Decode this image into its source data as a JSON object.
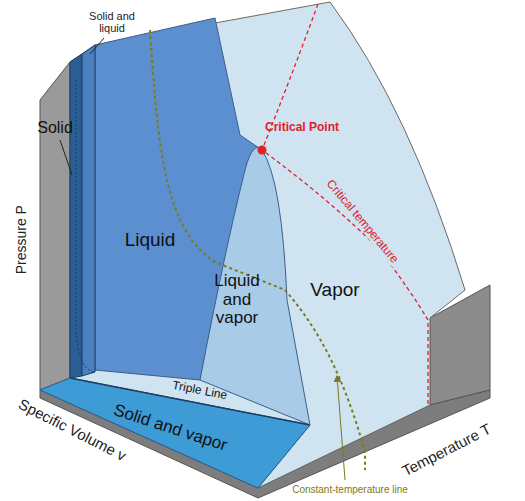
{
  "diagram": {
    "labels": [
      "Solid and liquid",
      "Solid",
      "Pressure P",
      "Liquid",
      "Critical Point",
      "Critical temperature",
      "Liquid and vapor",
      "Vapor",
      "Triple Line",
      "Specific Volume v",
      "Solid and vapor",
      "Temperature T",
      "Constant-temperature line"
    ]
  }
}
